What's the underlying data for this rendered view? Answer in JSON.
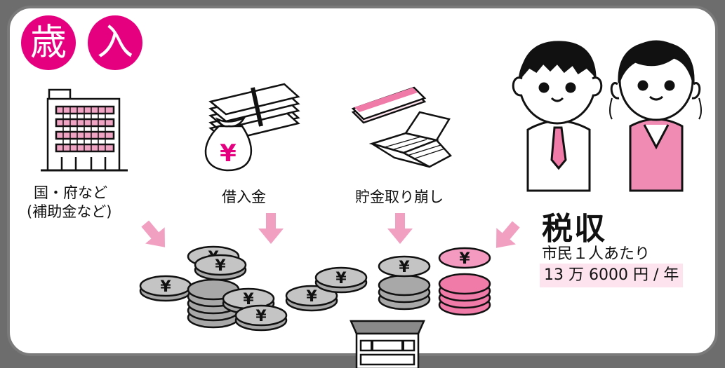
{
  "title_chars": [
    "歳",
    "入"
  ],
  "sources": {
    "government": {
      "line1": "国・府など",
      "line2": "(補助金など)"
    },
    "loans": {
      "label": "借入金"
    },
    "savings": {
      "label": "貯金取り崩し"
    }
  },
  "tax": {
    "title": "税収",
    "per_capita_label": "市民１人あたり",
    "amount": "13 万 6000 円 / 年"
  },
  "icons": {
    "yen_symbol": "¥",
    "government": "government-building-icon",
    "loans": "money-bag-icon",
    "savings": "bankbook-icon",
    "citizens": "citizens-icon",
    "coins": "coin-stack-icon",
    "safe": "safe-icon"
  },
  "colors": {
    "accent": "#e4007f",
    "pink": "#f08cb4",
    "light_pink": "#fde3ee",
    "coin_gray": "#a8a8a8",
    "coin_pink": "#f07aa8"
  }
}
